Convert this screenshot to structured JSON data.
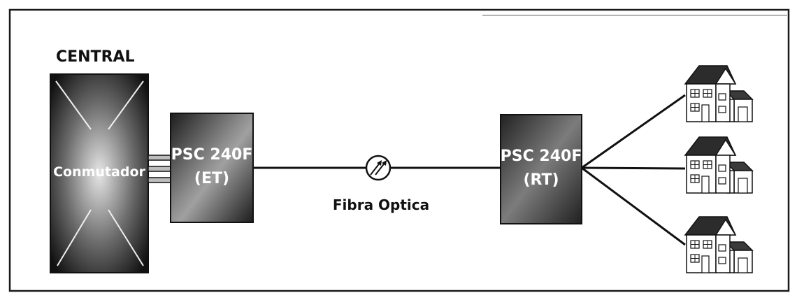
{
  "diagram": {
    "central_label": "CENTRAL",
    "switch_label": "Conmutador",
    "et_unit": {
      "line1": "PSC 240F",
      "line2": "(ET)"
    },
    "rt_unit": {
      "line1": "PSC 240F",
      "line2": "(RT)"
    },
    "fiber_label": "Fibra Optica",
    "house_count": 3,
    "colors": {
      "border": "#1a1a1a",
      "ink": "#111111",
      "block_light": "#d8d8d8",
      "block_dark": "#1c1c1c",
      "white": "#ffffff"
    }
  }
}
